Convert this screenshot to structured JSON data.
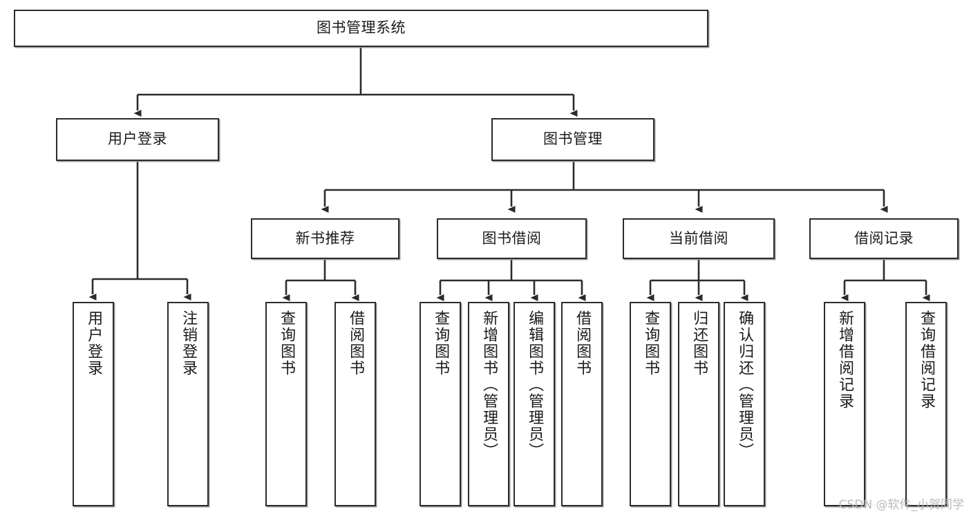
{
  "diagram": {
    "title": "图书管理系统",
    "type": "tree-hierarchy-chart",
    "orientation": "top-down",
    "colors": {
      "node_border": "#2b2b2b",
      "node_fill": "#ffffff",
      "edge": "#2b2b2b",
      "shadow": "#9a9a9a",
      "text": "#1b1b1b",
      "watermark": "#b9b9b9"
    },
    "root": {
      "label": "图书管理系统"
    },
    "level2": [
      {
        "label": "用户登录"
      },
      {
        "label": "图书管理"
      }
    ],
    "level3": [
      {
        "label": "新书推荐"
      },
      {
        "label": "图书借阅"
      },
      {
        "label": "当前借阅"
      },
      {
        "label": "借阅记录"
      }
    ],
    "leaves": {
      "user_login": [
        {
          "label": "用户登录"
        },
        {
          "label": "注销登录"
        }
      ],
      "new_book_recommend": [
        {
          "label": "查询图书"
        },
        {
          "label": "借阅图书"
        }
      ],
      "book_borrow": [
        {
          "label": "查询图书"
        },
        {
          "label": "新增图书（管理员）"
        },
        {
          "label": "编辑图书（管理员）"
        },
        {
          "label": "借阅图书"
        }
      ],
      "current_borrow": [
        {
          "label": "查询图书"
        },
        {
          "label": "归还图书"
        },
        {
          "label": "确认归还（管理员）"
        }
      ],
      "borrow_record": [
        {
          "label": "新增借阅记录"
        },
        {
          "label": "查询借阅记录"
        }
      ]
    },
    "watermark": "CSDN @软件_小贺同学"
  }
}
